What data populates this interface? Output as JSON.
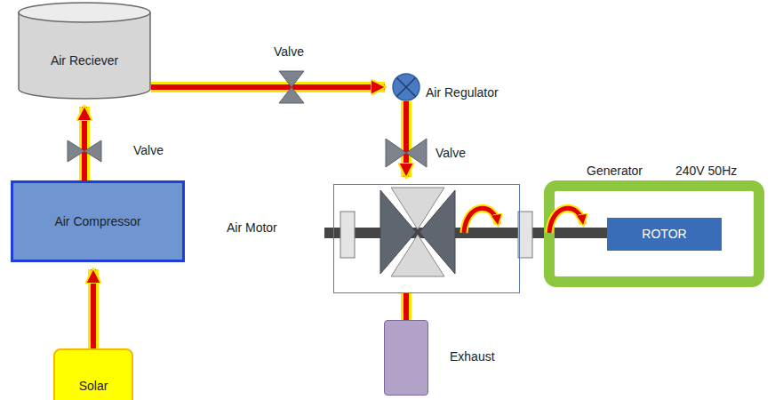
{
  "diagram": {
    "nodes": [
      {
        "text": [
          "Air Reciever"
        ]
      },
      {
        "text": [
          "Air Compressor"
        ]
      },
      {
        "text": [
          "Solar"
        ]
      },
      {
        "text": [
          "Air Regulator"
        ]
      },
      {
        "text": [
          "Air Motor"
        ]
      },
      {
        "text": [
          "Exhaust"
        ]
      },
      {
        "text": [
          "Generator",
          "240V 50Hz"
        ]
      },
      {
        "text": [
          "ROTOR"
        ],
        "in": 6
      }
    ],
    "edges": [
      {
        "from": 2,
        "to": 1,
        "arrow": "to"
      },
      {
        "from": 1,
        "to": 0,
        "arrow": "to"
      },
      {
        "from": 0,
        "to": 3,
        "arrow": "to"
      },
      {
        "from": 3,
        "to": 4,
        "arrow": "to"
      },
      {
        "from": 4,
        "to": 5,
        "arrow": "none"
      },
      {
        "from": 4,
        "to": 7,
        "arrow": "none"
      }
    ],
    "labels": [
      "Valve",
      "Valve",
      "Valve"
    ]
  }
}
